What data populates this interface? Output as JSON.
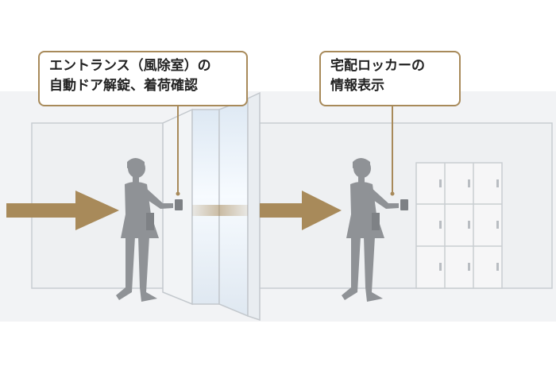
{
  "callouts": {
    "entrance": {
      "line1": "エントランス（風除室）の",
      "line2": "自動ドア解錠、着荷確認"
    },
    "locker": {
      "line1": "宅配ロッカーの",
      "line2": "情報表示"
    }
  },
  "colors": {
    "band": "#f2f3f5",
    "wall": "#eef0f2",
    "wall_edge": "#c8cdd2",
    "arrow": "#a88a5a",
    "silhouette": "#8f9296",
    "locker": "#f6f6f7",
    "locker_edge": "#c9cdd1"
  },
  "icons": {
    "flow_arrow": "right-arrow-icon",
    "person": "person-silhouette-icon",
    "reader": "card-reader-icon"
  },
  "locker": {
    "columns": 3,
    "rows": 3
  }
}
